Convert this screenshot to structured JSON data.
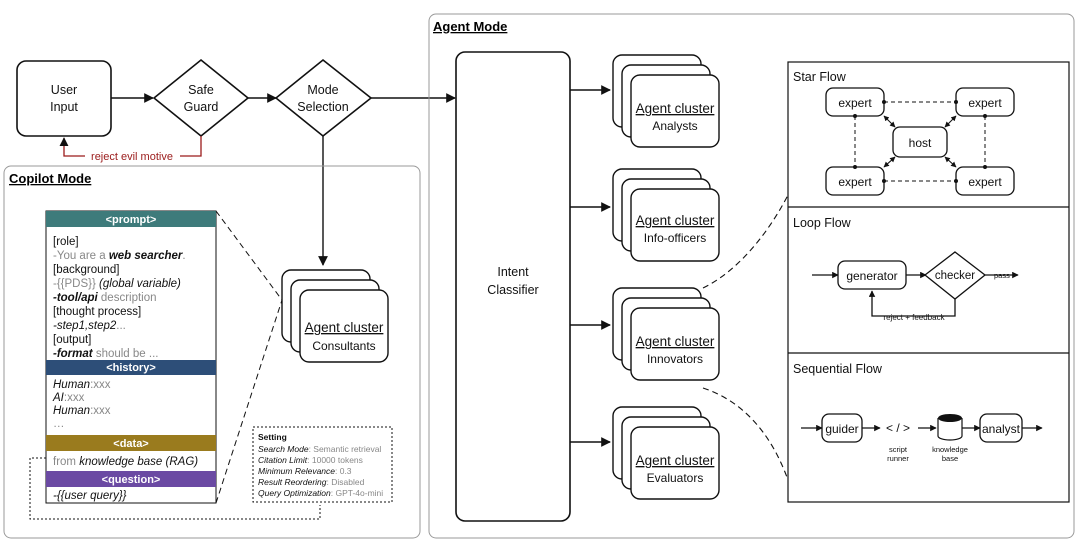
{
  "top": {
    "user_input": [
      "User",
      "Input"
    ],
    "safe_guard": [
      "Safe",
      "Guard"
    ],
    "mode_selection": [
      "Mode",
      "Selection"
    ],
    "reject_label": "reject evil motive"
  },
  "copilot": {
    "title": "Copilot Mode",
    "prompt": {
      "header": "<prompt>",
      "role": "[role]",
      "role_line_prefix": "-You are a ",
      "role_line_em": "web searcher",
      "role_line_suffix": ".",
      "background": "[background]",
      "bg_pds": "-{{PDS}} ",
      "bg_gv": "(global variable)",
      "bg_tool_em": "-tool/api",
      "bg_tool_suffix": " description",
      "thought": "[thought process]",
      "thought_steps": "-step1,step2",
      "thought_ellipsis": "...",
      "output": "[output]",
      "output_em": "-format",
      "output_suffix": " should be ..."
    },
    "history": {
      "header": "<history>",
      "l1_em": "Human",
      "l1_val": ":xxx",
      "l2_em": "AI",
      "l2_val": ":xxx",
      "l3_em": "Human",
      "l3_val": ":xxx",
      "l4": "…"
    },
    "data": {
      "header": "<data>",
      "prefix": "from ",
      "em": "knowledge base (RAG)"
    },
    "question": {
      "header": "<question>",
      "line": "-{{user query}}"
    },
    "setting": {
      "title": "Setting",
      "rows": [
        {
          "k": "Search Mode",
          "v": ": Semantic retrieval"
        },
        {
          "k": "Citation Limit",
          "v": ": 10000 tokens"
        },
        {
          "k": "Minimum Relevance",
          "v": ": 0.3"
        },
        {
          "k": "Result Reordering",
          "v": ": Disabled"
        },
        {
          "k": "Query Optimization",
          "v": ": GPT-4o-mini"
        }
      ]
    },
    "consultants": {
      "title": "Agent cluster",
      "sub": "Consultants"
    }
  },
  "agent": {
    "title": "Agent Mode",
    "intent": [
      "Intent",
      "Classifier"
    ],
    "clusters": [
      {
        "title": "Agent cluster",
        "sub": "Analysts"
      },
      {
        "title": "Agent cluster",
        "sub": "Info-officers"
      },
      {
        "title": "Agent cluster",
        "sub": "Innovators"
      },
      {
        "title": "Agent cluster",
        "sub": "Evaluators"
      }
    ]
  },
  "flows": {
    "star": {
      "title": "Star Flow",
      "host": "host",
      "expert": "expert"
    },
    "loop": {
      "title": "Loop Flow",
      "generator": "generator",
      "checker": "checker",
      "pass": "pass",
      "reject": "reject + feedback"
    },
    "seq": {
      "title": "Sequential Flow",
      "guider": "guider",
      "script_symbol": "< / >",
      "script_l1": "script",
      "script_l2": "runner",
      "kb_l1": "knowledge",
      "kb_l2": "base",
      "analyst": "analyst"
    }
  },
  "colors": {
    "prompt": "#3e7b7b",
    "history": "#2d4e78",
    "data": "#9a7b1e",
    "question": "#6b4aa3",
    "reject": "#9b1b1b",
    "panel_border": "#9a9a9a"
  }
}
